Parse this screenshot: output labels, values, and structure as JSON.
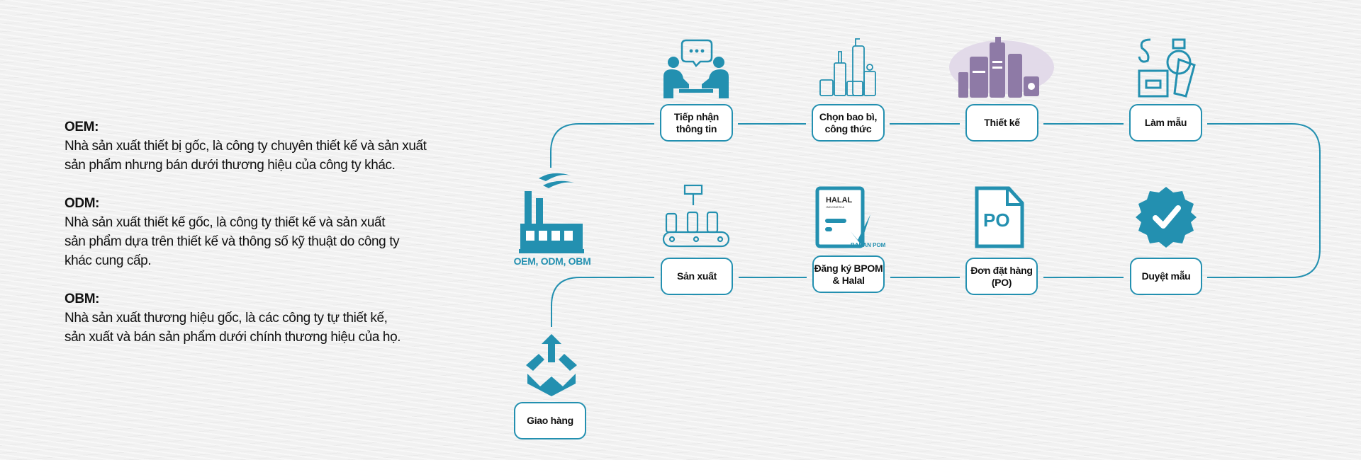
{
  "definitions": [
    {
      "title": "OEM:",
      "lines": [
        "Nhà sản xuất thiết bị gốc, là công ty chuyên thiết kế và sản xuất",
        "sản phẩm nhưng bán dưới thương hiệu của công ty khác."
      ]
    },
    {
      "title": "ODM:",
      "lines": [
        "Nhà sản xuất thiết kế gốc, là công ty thiết kế và sản xuất",
        "sản phẩm dựa trên thiết kế và thông số kỹ thuật do công ty",
        "khác cung cấp."
      ]
    },
    {
      "title": "OBM:",
      "lines": [
        "Nhà sản xuất thương hiệu gốc, là các công ty tự thiết kế,",
        "sản xuất và bán sản phẩm dưới chính thương hiệu của họ."
      ]
    }
  ],
  "factory_label": "OEM, ODM, OBM",
  "steps": [
    {
      "label": "Tiếp nhận thông tin",
      "icon": "meeting-chat-icon"
    },
    {
      "label": "Chọn bao bì, công thức",
      "icon": "cosmetic-bottles-icon"
    },
    {
      "label": "Thiết kế",
      "icon": "product-design-icon"
    },
    {
      "label": "Làm mẫu",
      "icon": "sample-products-icon"
    },
    {
      "label": "Duyệt mẫu",
      "icon": "verified-badge-icon"
    },
    {
      "label": "Đơn đặt hàng (PO)",
      "icon": "po-document-icon"
    },
    {
      "label": "Đăng ký BPOM & Halal",
      "icon": "halal-certificate-icon"
    },
    {
      "label": "Sản xuất",
      "icon": "production-line-icon"
    },
    {
      "label": "Giao hàng",
      "icon": "delivery-box-icon"
    }
  ],
  "icon_text": {
    "po": "PO",
    "halal": "HALAL",
    "indonesia": "INDONESIA",
    "badan_pom": "BADAN POM"
  },
  "colors": {
    "accent": "#2390b0",
    "design_purple": "#8e7aa6",
    "design_bg": "#e2dae9"
  }
}
